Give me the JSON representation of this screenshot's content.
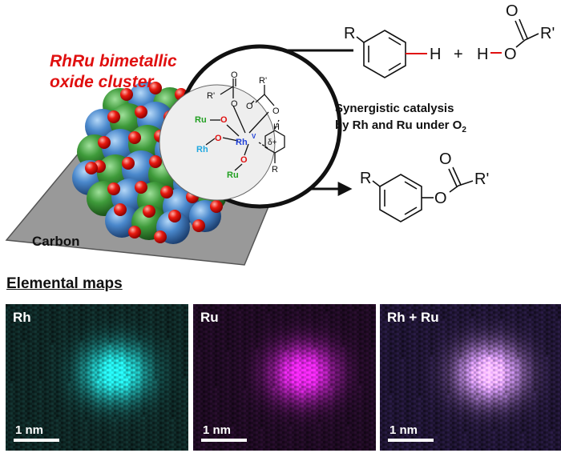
{
  "title_line1": "RhRu bimetallic",
  "title_line2": "oxide cluster",
  "support_label": "Carbon",
  "synergy_line1": "Synergistic catalysis",
  "synergy_line2_prefix": "by Rh and Ru under O",
  "synergy_line2_sub": "2",
  "inset": {
    "ru_top": "Ru",
    "o_top": "O",
    "rh_center": "Rh",
    "rh_center_sup": "V",
    "rh_left": "Rh",
    "o_left": "O",
    "o_bottom": "O",
    "ru_bottom": "Ru",
    "carboxylate_left_r": "R'",
    "carboxylate_left_o1": "O",
    "carboxylate_left_o2": "O",
    "carboxylate_right_r": "R'",
    "carboxylate_right_o1": "O",
    "carboxylate_right_o2": "O",
    "hydrogen": "H",
    "delta": "δ+",
    "arene_r": "R"
  },
  "reactants": {
    "arene_r": "R",
    "arene_h": "H",
    "plus": "+",
    "acid_h": "H",
    "acid_dash": "–",
    "acid_o": "O",
    "acid_carbonyl_o": "O",
    "acid_r": "R'"
  },
  "product": {
    "r": "R",
    "ester_o": "O",
    "carbonyl_o": "O",
    "r_prime": "R'"
  },
  "elemental_maps_title": "Elemental maps",
  "maps": [
    {
      "label": "Rh",
      "scale": "1 nm",
      "color": "#18d8d8"
    },
    {
      "label": "Ru",
      "scale": "1 nm",
      "color": "#e020e0"
    },
    {
      "label": "Rh + Ru",
      "scale": "1 nm",
      "color": "#f2b2ff"
    }
  ],
  "colors": {
    "title_red": "#e01010",
    "ru_green": "#2a8c2a",
    "rh_blue": "#3a78c8",
    "o_red": "#e01010",
    "inset_green": "#22a022",
    "inset_rh_center": "#1f40d8",
    "inset_rh_left": "#20a8e0",
    "carbon_gray": "#9a9a9a"
  }
}
